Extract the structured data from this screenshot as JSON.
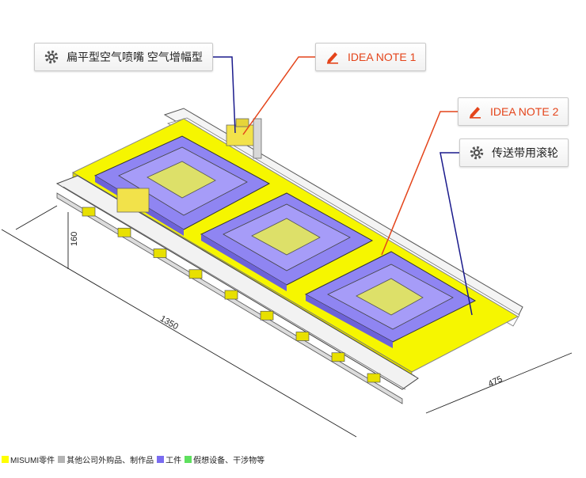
{
  "callouts": {
    "air_nozzle": "扁平型空气喷嘴 空气增幅型",
    "idea_note_1": "IDEA NOTE 1",
    "idea_note_2": "IDEA NOTE 2",
    "roller": "传送带用滚轮"
  },
  "dimensions": {
    "length": "1350",
    "width": "475",
    "height": "160"
  },
  "legend": [
    {
      "label": "MISUMI零件",
      "color": "#ffff00"
    },
    {
      "label": "其他公司外购品、制作品",
      "color": "#b4b4b4"
    },
    {
      "label": "工件",
      "color": "#7a6cf0"
    },
    {
      "label": "假想设备、干涉物等",
      "color": "#5ee05e"
    }
  ],
  "colors": {
    "misumi_yellow": "#f6f600",
    "workpiece": "#9a8ff6",
    "idea_accent": "#e4441a",
    "leader_blue": "#1a1a8c"
  },
  "icons": {
    "gear": "gear-icon",
    "pencil": "pencil-icon"
  }
}
